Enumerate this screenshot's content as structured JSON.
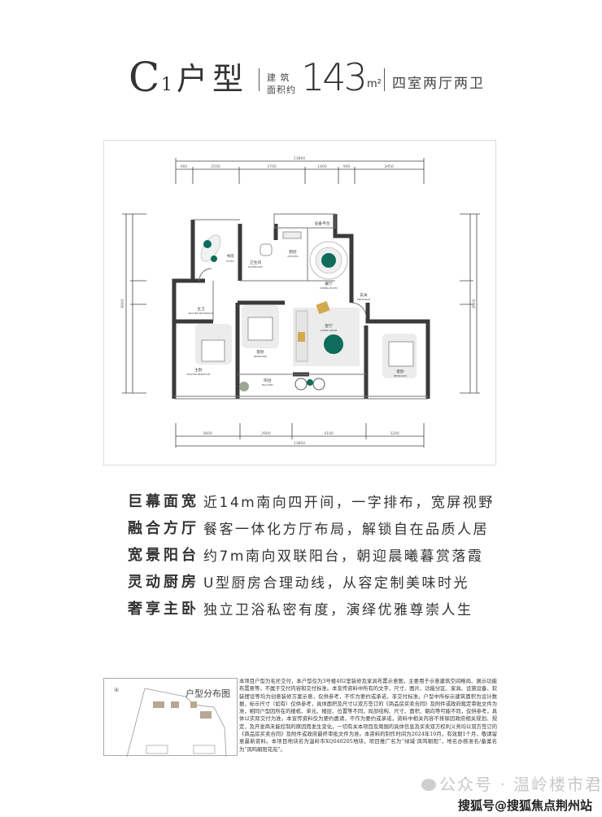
{
  "header": {
    "type_letter": "C",
    "type_sub": "1",
    "type_label": "户型",
    "area_label_1": "建 筑",
    "area_label_2": "面积约",
    "area_value": "143",
    "area_unit": "m²",
    "layout": "四室两厅两卫"
  },
  "floor_plan": {
    "dims_top": {
      "total": "13800",
      "segments": [
        "900",
        "2550",
        "3700",
        "1800",
        "900",
        "3950"
      ]
    },
    "dims_bottom": {
      "total": "13800",
      "segments": [
        "3600",
        "2900",
        "4100",
        "3200"
      ]
    },
    "dims_side_total": "8900",
    "rooms": {
      "study": {
        "cn": "书房",
        "en": "STUDY"
      },
      "bath": {
        "cn": "卫生间",
        "en": "BATHROOM"
      },
      "kitchen": {
        "cn": "厨房",
        "en": "KITCHEN"
      },
      "platform": {
        "cn": "设备平台",
        "en": ""
      },
      "dining": {
        "cn": "餐厅",
        "en": "DINING ROOM"
      },
      "entrance": {
        "cn": "玄关",
        "en": "ENTRANCE"
      },
      "master_bath": {
        "cn": "主卫",
        "en": "MASTER BATHROOM"
      },
      "master_bed": {
        "cn": "主卧",
        "en": "MASTER BEDROOM"
      },
      "bed2": {
        "cn": "客卧",
        "en": "BEDROOM"
      },
      "living": {
        "cn": "客厅",
        "en": "LIVING ROOM"
      },
      "balcony": {
        "cn": "阳台",
        "en": "BALCONY"
      },
      "bed3": {
        "cn": "客卧",
        "en": "BEDROOM"
      }
    },
    "accent_color": "#0f6b5a"
  },
  "features": [
    {
      "title": "巨幕面宽",
      "desc": "近14m南向四开间，一字排布，宽屏视野"
    },
    {
      "title": "融合方厅",
      "desc": "餐客一体化方厅布局，解锁自在品质人居"
    },
    {
      "title": "宽景阳台",
      "desc": "约7m南向双联阳台，朝迎晨曦暮赏落霞"
    },
    {
      "title": "灵动厨房",
      "desc": "U型厨房合理动线，从容定制美味时光"
    },
    {
      "title": "奢享主卧",
      "desc": "独立卫浴私密有度，演绎优雅尊崇人生"
    }
  ],
  "site_map": {
    "title": "户型分布图",
    "marker": "④"
  },
  "disclaimer": "本项目户型为毛坯交付，本户型仅为3号楼402室装修及家具布置示意图，主要用于示意建筑空间格局、展示功能布置意等，不属于交付内容和交付标准。本宣传资料中所有的文字、尺寸、图片、功能分区、家具、设施设备、软装摆设等均为创意装修方案示意，仅供参考，不作为要约或承诺，非交付标准。户型中所标示建筑面积为设计数据，标示尺寸（如有）仅供参考，具体面积及尺寸以双方签订的《商品房买卖合同》及附件或政府裁定审批文件为准，相同户型因所在的楼栋、单元、楼层、位置等不同，局部结构、尺寸、面积、朝向等可能不同，仅供参考，具体以实际交付为准。本宣传资料仅为要约邀请，不作为要约或承诺，资料中相关内容不排除因政府相关规划、规定，及开发商未能控制的原因而发生变化，一切有关本项目及周围的具体信息及买卖双方权利义务均以双方签订的《商品房买卖合同》及附件或政府最终审批文件为准。本资料的制作时间为2024年10月，有效期1个月，敬请留意最新资料。本项目地块名为温岭市XQ040205地块，项目推广名为“绿城·凤鸣朝阳”，地名办核准名/备案名为“凤鸣朝阳花苑”。",
  "watermarks": {
    "wechat": "公众号 · 温岭楼市君",
    "sohu": "搜狐号@搜狐焦点荆州站"
  }
}
